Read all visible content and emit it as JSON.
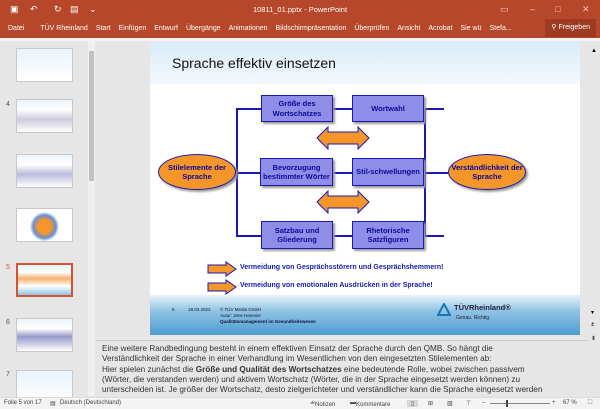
{
  "window": {
    "title": "10811_01.pptx - PowerPoint"
  },
  "ribbon": {
    "tabs": [
      "Datei",
      "TÜV Rheinland",
      "Start",
      "Einfügen",
      "Entwurf",
      "Übergänge",
      "Animationen",
      "Bildschirmpräsentation",
      "Überprüfen",
      "Ansicht",
      "Acrobat",
      "Sie wü",
      "Stefa..."
    ],
    "share": "Freigeben"
  },
  "thumbnails": {
    "numbers": [
      "4",
      "5",
      "6",
      "7"
    ],
    "first": "",
    "selected": "5"
  },
  "slide": {
    "title": "Sprache effektiv einsetzen",
    "left_ellipse": "Stilelemente der Sprache",
    "right_ellipse": "Verständlichkeit der Sprache",
    "boxes": [
      "Größe des Wortschatzes",
      "Wortwahl",
      "Bevorzugung bestimmter Wörter",
      "Stil-schwellungen",
      "Satzbau und Gliederung",
      "Rhetorische Satzfiguren"
    ],
    "bullets": [
      "Vermeidung von Gesprächsstörern und Gesprächshemmern!",
      "Vermeidung von emotionalen Ausdrücken in der Sprache!"
    ],
    "footer": {
      "page": "5",
      "date": "18.03.2022",
      "line1": "© TÜV Media GmbH",
      "line2": "Autor: Jens Hameier",
      "line3": "Qualitätsmanagement im Gesundheitswesen",
      "brand": "TÜVRheinland®",
      "slogan": "Genau. Richtig."
    }
  },
  "notes": {
    "line1": "Eine weitere Randbedingung besteht in einem effektiven Einsatz der Sprache durch den QMB. So hängt die",
    "line2": "Verständlichkeit der Sprache in einer Verhandlung im Wesentlichen von den eingesetzten Stilelementen ab:",
    "line3a": "Hier spielen zunächst die ",
    "line3b": "Größe und Qualität des Wortschatzes",
    "line3c": " eine bedeutende Rolle, wobei zwischen passivem",
    "line4": "(Wörter, die verstanden werden) und aktivem Wortschatz (Wörter, die in der Sprache eingesetzt werden können) zu",
    "line5": "unterscheiden ist. Je größer der Wortschatz, desto zielgerichteter und verständlicher kann die Sprache eingesetzt werden"
  },
  "status": {
    "slide": "Folie 5 von 17",
    "language": "Deutsch (Deutschland)",
    "notes": "Notizen",
    "comments": "Kommentare",
    "zoom": "67 %"
  }
}
